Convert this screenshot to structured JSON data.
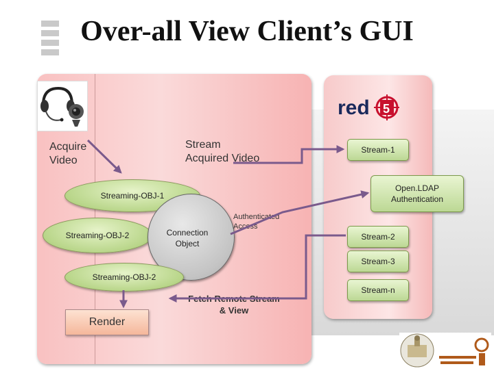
{
  "title": "Over-all View Client’s GUI",
  "client": {
    "acquire_video": "Acquire\nVideo",
    "stream_acquired": "Stream\nAcquired Video",
    "streaming_obj_1": "Streaming-OBJ-1",
    "streaming_obj_2a": "Streaming-OBJ-2",
    "streaming_obj_2b": "Streaming-OBJ-2",
    "connection_object": "Connection\nObject",
    "authenticated_access": "Authenticated\nAccess",
    "fetch_remote": "Fetch Remote Stream\n& View",
    "render": "Render"
  },
  "server": {
    "logo_text": "red5",
    "streams": [
      "Stream-1",
      "Stream-2",
      "Stream-3",
      "Stream-n"
    ],
    "openldap": "Open.LDAP\nAuthentication"
  },
  "colors": {
    "client_panel": "#f9c1c1",
    "server_panel": "#fadada",
    "node_green": "#bcd894",
    "arrow": "#7a5a8c",
    "red5_red": "#c8102e"
  },
  "icons": [
    "headset-webcam-icon",
    "red5-logo",
    "iit-kgp-logo"
  ]
}
